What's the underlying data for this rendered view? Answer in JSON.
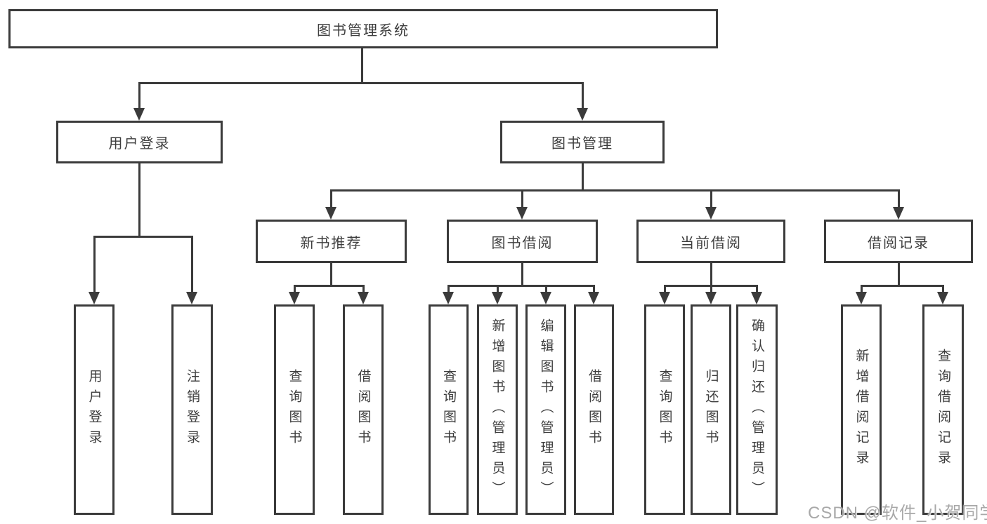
{
  "diagram": {
    "root": {
      "label": "图书管理系统"
    },
    "branches": [
      {
        "label": "用户登录",
        "children": [
          {
            "label": "用户登录"
          },
          {
            "label": "注销登录"
          }
        ]
      },
      {
        "label": "图书管理",
        "children": [
          {
            "label": "新书推荐",
            "children": [
              {
                "label": "查询图书"
              },
              {
                "label": "借阅图书"
              }
            ]
          },
          {
            "label": "图书借阅",
            "children": [
              {
                "label": "查询图书"
              },
              {
                "label": "新增图书（管理员）"
              },
              {
                "label": "编辑图书（管理员）"
              },
              {
                "label": "借阅图书"
              }
            ]
          },
          {
            "label": "当前借阅",
            "children": [
              {
                "label": "查询图书"
              },
              {
                "label": "归还图书"
              },
              {
                "label": "确认归还（管理员）"
              }
            ]
          },
          {
            "label": "借阅记录",
            "children": [
              {
                "label": "新增借阅记录"
              },
              {
                "label": "查询借阅记录"
              }
            ]
          }
        ]
      }
    ],
    "watermark": "CSDN @软件_小贺同学",
    "colors": {
      "line": "#3b3b3b",
      "box_fill": "#ffffff",
      "text": "#3d3d3d",
      "watermark": "#a8a8a8"
    }
  }
}
